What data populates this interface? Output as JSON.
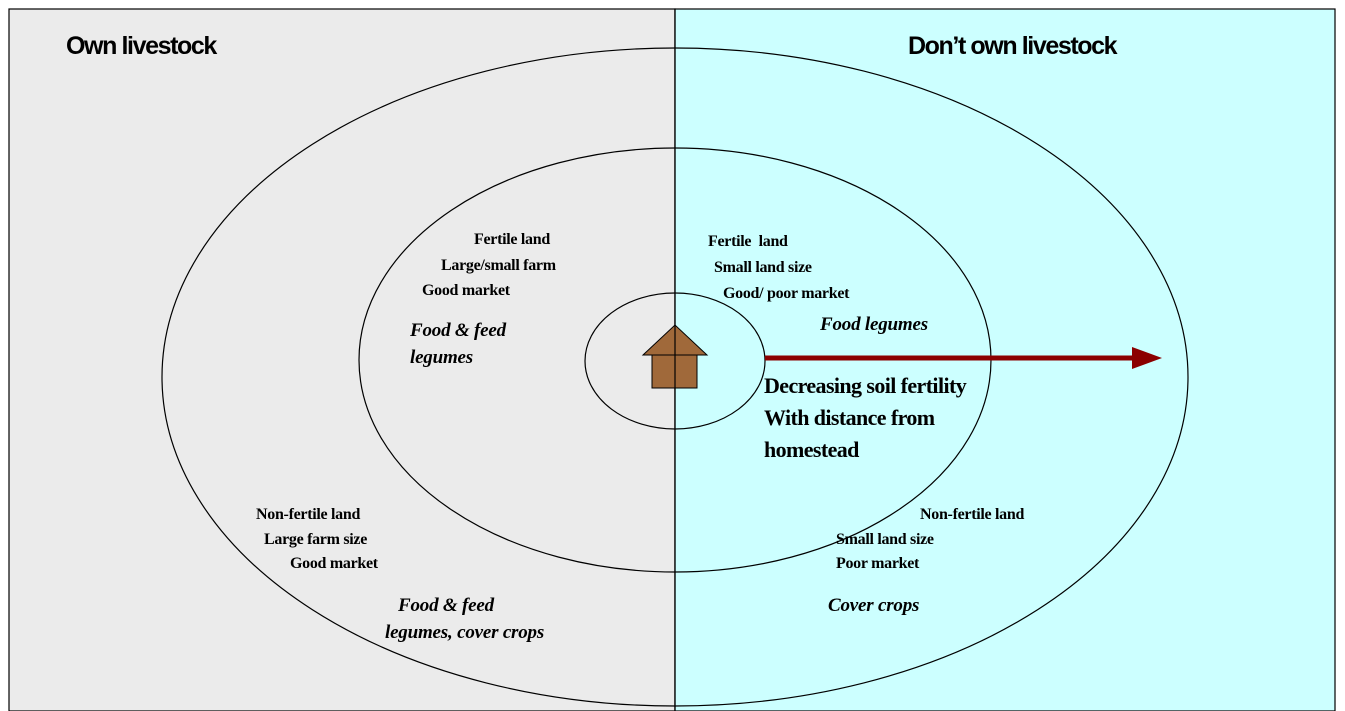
{
  "colors": {
    "left_panel": "#EBEBEB",
    "right_panel": "#CCFFFF",
    "house": "#A0693A",
    "arrow": "#8B0000"
  },
  "left": {
    "heading": "Own livestock",
    "inner": [
      "Fertile land",
      "Large/small farm",
      "Good market"
    ],
    "inner_crops": [
      "Food & feed",
      "legumes"
    ],
    "outer": [
      "Non-fertile land",
      "Large farm size",
      "Good market"
    ],
    "outer_crops": [
      "Food & feed",
      "legumes, cover crops"
    ]
  },
  "right": {
    "heading": "Don’t own livestock",
    "inner": [
      "Fertile  land",
      "Small land size",
      "Good/ poor market"
    ],
    "inner_crops": "Food legumes",
    "outer": [
      "Non-fertile land",
      "Small land size",
      "Poor market"
    ],
    "outer_crops": "Cover crops"
  },
  "arrow_caption": [
    "Decreasing soil fertility",
    "With distance from",
    "homestead"
  ],
  "icons": {
    "center": "house-icon",
    "gradient": "arrow-right-icon"
  }
}
